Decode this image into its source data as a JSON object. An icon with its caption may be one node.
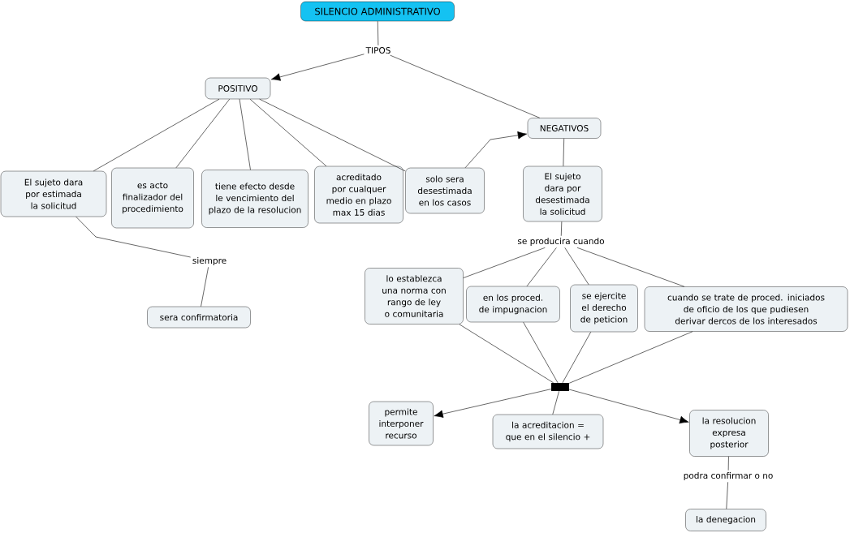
{
  "diagram": {
    "nodes": [
      {
        "text": [
          "SILENCIO ADMINISTRATIVO"
        ]
      },
      {
        "text": [
          "TIPOS"
        ]
      },
      {
        "text": [
          "POSITIVO"
        ]
      },
      {
        "text": [
          "NEGATIVOS"
        ]
      },
      {
        "text": [
          "El sujeto dara por estimada la solicitud"
        ]
      },
      {
        "text": [
          "es acto finalizador del procedimiento"
        ]
      },
      {
        "text": [
          "tiene efecto desde le vencimiento del plazo de la resolucion"
        ]
      },
      {
        "text": [
          "acreditado por cualquer medio en plazo max 15 dias"
        ]
      },
      {
        "text": [
          "solo sera desestimada en los casos"
        ]
      },
      {
        "text": [
          "El sujeto dara por desestimada la solicitud"
        ]
      },
      {
        "text": [
          "se producira cuando"
        ]
      },
      {
        "text": [
          "siempre"
        ]
      },
      {
        "text": [
          "sera confirmatoria"
        ]
      },
      {
        "text": [
          "lo establezca una norma con rango de ley o comunitaria"
        ]
      },
      {
        "text": [
          "en los proced. de impugnacion"
        ]
      },
      {
        "text": [
          "se ejercite el derecho de peticion"
        ]
      },
      {
        "text": [
          "cuando se trate de proced. iniciados de oficio de los que pudiesen derivar dercos de los interesados"
        ]
      },
      {
        "text": [],
        "shape": "bar"
      },
      {
        "text": [
          "permite interponer recurso"
        ]
      },
      {
        "text": [
          "la acreditacion = que en el silencio +"
        ]
      },
      {
        "text": [
          "la resolucion expresa posterior"
        ]
      },
      {
        "text": [
          "podra confirmar o no"
        ]
      },
      {
        "text": [
          "la denegacion"
        ]
      }
    ],
    "edges": [
      {
        "from": 0,
        "to": 1,
        "arrow": "none"
      },
      {
        "from": 1,
        "to": 2,
        "arrow": "to"
      },
      {
        "from": 1,
        "to": 3,
        "arrow": "none"
      },
      {
        "from": 2,
        "to": 4,
        "arrow": "none"
      },
      {
        "from": 2,
        "to": 5,
        "arrow": "none"
      },
      {
        "from": 2,
        "to": 6,
        "arrow": "none"
      },
      {
        "from": 2,
        "to": 7,
        "arrow": "none"
      },
      {
        "from": 2,
        "to": 8,
        "arrow": "none"
      },
      {
        "from": 8,
        "to": 3,
        "arrow": "to"
      },
      {
        "from": 4,
        "to": 11,
        "arrow": "none"
      },
      {
        "from": 11,
        "to": 12,
        "arrow": "none"
      },
      {
        "from": 3,
        "to": 9,
        "arrow": "none"
      },
      {
        "from": 9,
        "to": 10,
        "arrow": "none"
      },
      {
        "from": 10,
        "to": 13,
        "arrow": "none"
      },
      {
        "from": 10,
        "to": 14,
        "arrow": "none"
      },
      {
        "from": 10,
        "to": 15,
        "arrow": "none"
      },
      {
        "from": 10,
        "to": 16,
        "arrow": "none"
      },
      {
        "from": 13,
        "to": 17,
        "arrow": "none"
      },
      {
        "from": 14,
        "to": 17,
        "arrow": "none"
      },
      {
        "from": 15,
        "to": 17,
        "arrow": "none"
      },
      {
        "from": 16,
        "to": 17,
        "arrow": "none"
      },
      {
        "from": 17,
        "to": 18,
        "arrow": "to"
      },
      {
        "from": 17,
        "to": 19,
        "arrow": "none"
      },
      {
        "from": 17,
        "to": 20,
        "arrow": "to"
      },
      {
        "from": 20,
        "to": 21,
        "arrow": "none"
      },
      {
        "from": 21,
        "to": 22,
        "arrow": "none"
      }
    ]
  }
}
